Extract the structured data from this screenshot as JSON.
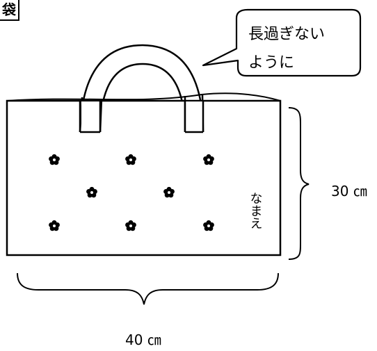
{
  "corner_label": "袋",
  "speech_bubble": {
    "line1": "長過ぎない",
    "line2": "ように"
  },
  "name_label": "なまえ",
  "dimensions": {
    "height": "30 ㎝",
    "width": "40 ㎝"
  },
  "flower_icon_count": 8,
  "colors": {
    "line": "#000000",
    "background": "#ffffff"
  }
}
